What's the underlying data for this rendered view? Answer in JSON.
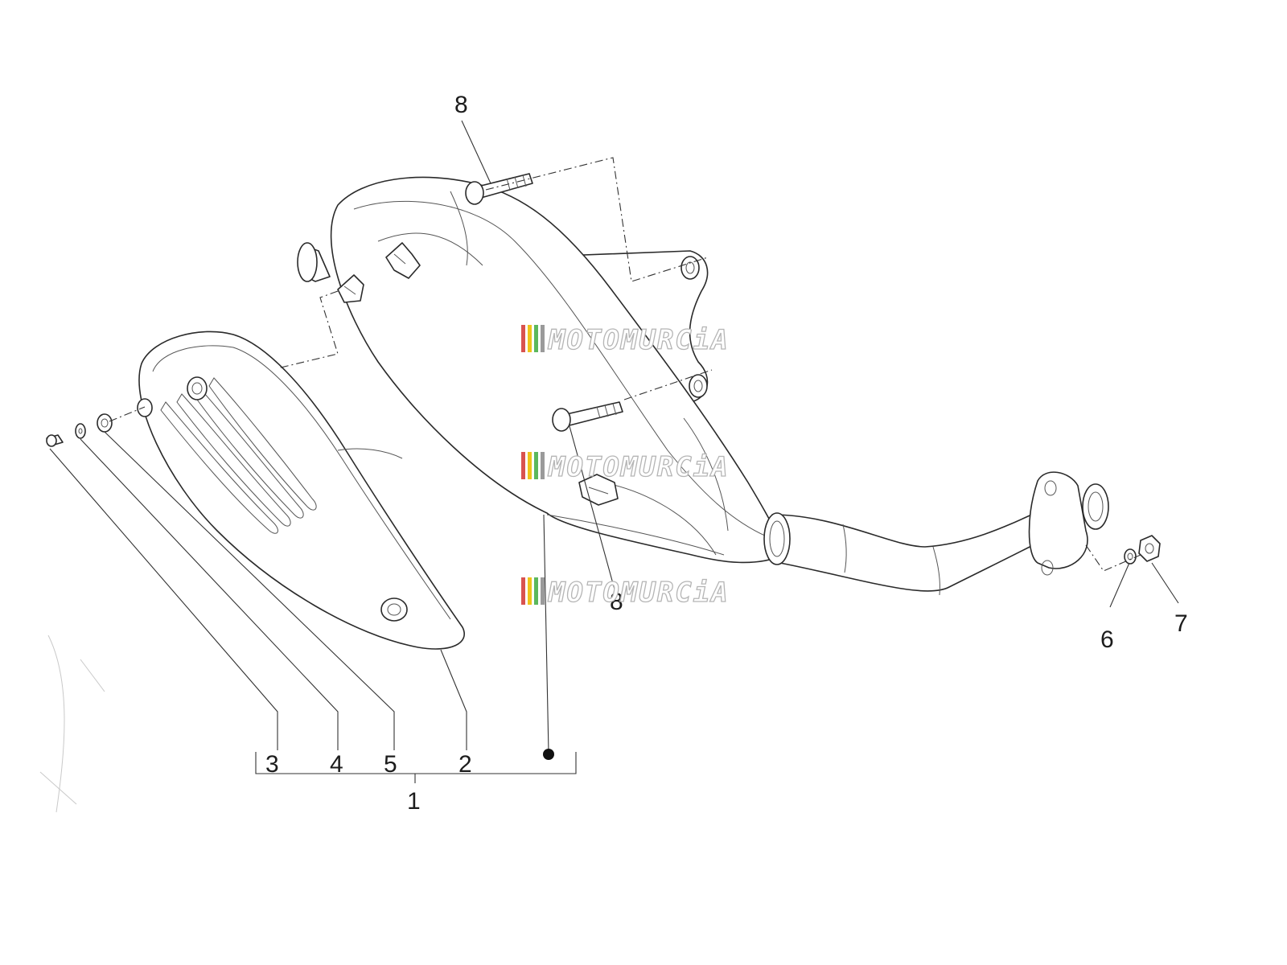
{
  "callouts": {
    "c1": "1",
    "c2": "2",
    "c3": "3",
    "c4": "4",
    "c5": "5",
    "c6": "6",
    "c7": "7",
    "c8": "8",
    "c8b": "8"
  },
  "watermark": {
    "text": "MOTOMURCiA",
    "stripe_colors": [
      "#d9534f",
      "#f0c419",
      "#5cb85c",
      "#9a9a9a"
    ]
  },
  "colors": {
    "line": "#2a2a2a",
    "background": "#ffffff"
  }
}
